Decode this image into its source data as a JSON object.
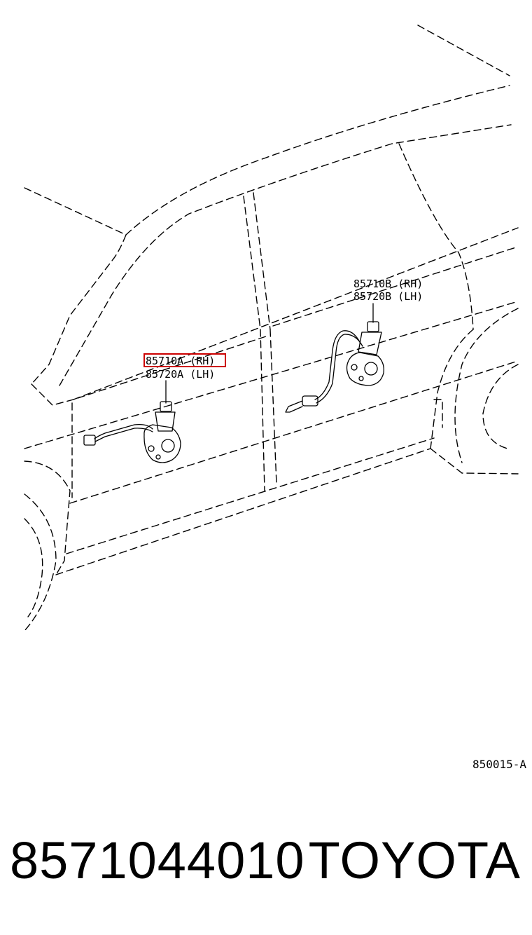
{
  "labels": {
    "front_motor_rh": "85710A (RH)",
    "front_motor_lh": "85720A (LH)",
    "rear_motor_rh": "85710B (RH)",
    "rear_motor_lh": "85720B (LH)"
  },
  "highlighted_part": "85710A (RH)",
  "highlight_color": "#cc0000",
  "diagram_code": "850015-A",
  "footer": {
    "part_number": "8571044010",
    "brand": "TOYOTA"
  }
}
